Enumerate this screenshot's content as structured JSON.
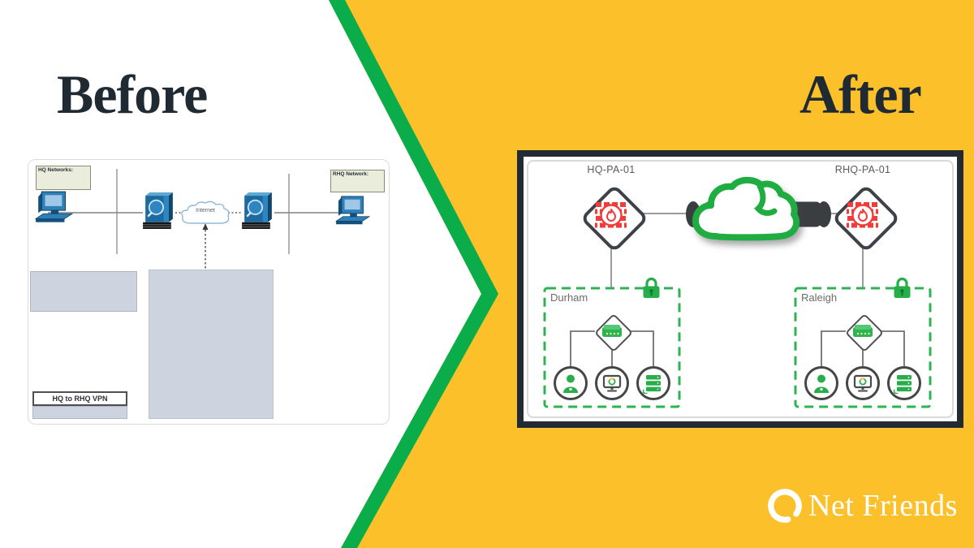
{
  "left": {
    "title": "Before",
    "diagram": {
      "hq_label": "HQ Networks:",
      "rhq_label": "RHQ Network:",
      "internet_label": "Internet",
      "vpn_label": "HQ to RHQ VPN"
    }
  },
  "right": {
    "title": "After",
    "diagram": {
      "firewalls": [
        {
          "name": "HQ-PA-01"
        },
        {
          "name": "RHQ-PA-01"
        }
      ],
      "sites": [
        {
          "name": "Durham"
        },
        {
          "name": "Raleigh"
        }
      ]
    }
  },
  "footer": {
    "brand": "Net Friends"
  },
  "colors": {
    "background_yellow": "#FBC02A",
    "chevron_green": "#0AAD49",
    "diagram_green": "#2EB353",
    "title_navy": "#1F2A33",
    "firewall_red": "#F23B3B"
  }
}
